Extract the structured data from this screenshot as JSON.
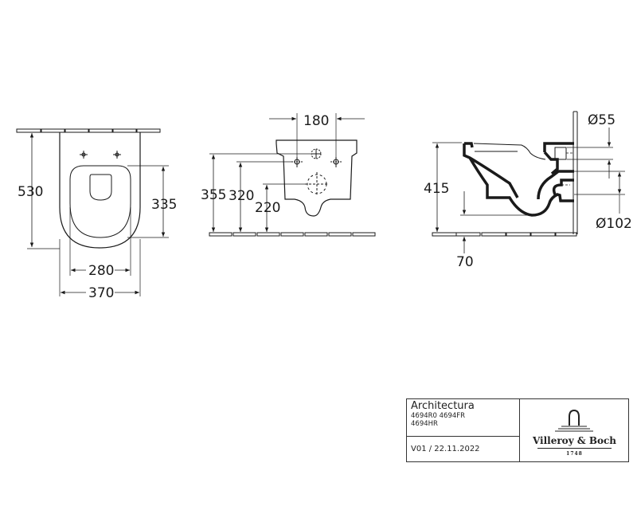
{
  "drawing": {
    "views": [
      {
        "name": "top-view",
        "dimensions": {
          "depth": "530",
          "bowl_depth": "335",
          "bowl_width": "280",
          "total_width": "370"
        }
      },
      {
        "name": "rear-view",
        "dimensions": {
          "fixing_spacing": "180",
          "inlet_height": "355",
          "fixing_height": "320",
          "outlet_height": "220"
        }
      },
      {
        "name": "side-view",
        "dimensions": {
          "rim_height": "415",
          "floor_clearance": "70",
          "inlet_diameter": "Ø55",
          "outlet_diameter": "Ø102"
        }
      }
    ]
  },
  "title_block": {
    "product_name": "Architectura",
    "codes_line1": "4694R0 4694FR",
    "codes_line2": "4694HR",
    "version": "V01 / 22.11.2022",
    "brand": "Villeroy & Boch",
    "year": "1748"
  },
  "colors": {
    "line": "#1a1a1a",
    "background": "#ffffff"
  }
}
